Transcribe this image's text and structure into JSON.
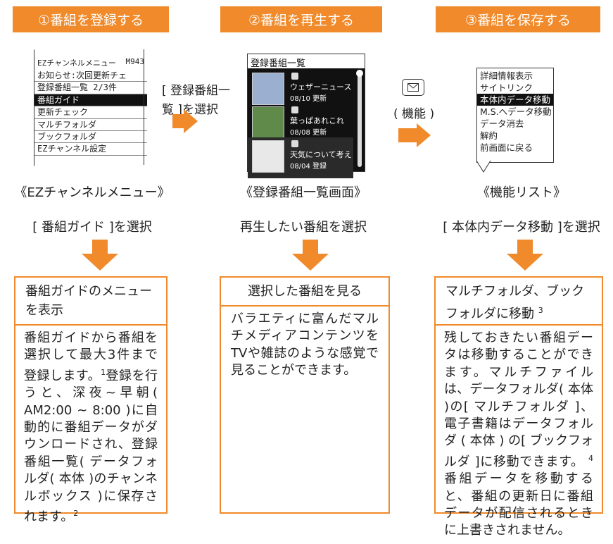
{
  "steps": [
    {
      "header": "①番組を登録する",
      "caption": "《EZチャンネルメニュー》",
      "select": "[ 番組ガイド ]を選択"
    },
    {
      "header": "②番組を再生する",
      "caption": "《登録番組一覧画面》",
      "select": "再生したい番組を選択"
    },
    {
      "header": "③番組を保存する",
      "caption": "《機能リスト》",
      "select": "[ 本体内データ移動 ]を選択"
    }
  ],
  "arrow1_text": [
    "[ 登録番組一",
    "覧 ]を選択"
  ],
  "arrow2_text": "( 機能 )",
  "screen1": {
    "title": "EZチャンネルメニュー",
    "code": "M943",
    "items": [
      {
        "text": "お知らせ:次回更新チェ",
        "hl": false
      },
      {
        "text": "登録番組一覧 2/3件",
        "hl": false
      },
      {
        "text": "番組ガイド",
        "hl": true
      },
      {
        "text": "更新チェック",
        "hl": false
      },
      {
        "text": "マルチフォルダ",
        "hl": false
      },
      {
        "text": "ブックフォルダ",
        "hl": false
      },
      {
        "text": "EZチャンネル設定",
        "hl": false
      }
    ]
  },
  "screen2": {
    "title": "登録番組一覧",
    "rows": [
      {
        "title": "ウェザーニュース",
        "date": "08/10 更新"
      },
      {
        "title": "葉っぱあれこれ",
        "date": "08/08 更新"
      },
      {
        "title": "天気について考え",
        "date": "08/04 登録"
      }
    ]
  },
  "screen3": {
    "items": [
      {
        "text": "詳細情報表示",
        "hl": false
      },
      {
        "text": "サイトリンク",
        "hl": false
      },
      {
        "text": "本体内データ移動",
        "hl": true
      },
      {
        "text": "M.S.へデータ移動",
        "hl": false
      },
      {
        "text": "データ消去",
        "hl": false
      },
      {
        "text": "解約",
        "hl": false
      },
      {
        "text": "前画面に戻る",
        "hl": false
      }
    ]
  },
  "boxes": [
    {
      "title": "番組ガイドのメニューを表示",
      "body": "番組ガイドから番組を選択して最大3件まで登録します。",
      "note1": "1",
      "body2": "登録を行うと、深夜~早朝( AM2:00 ~ 8:00 )に自動的に番組データがダウンロードされ、登録番組一覧( データフォルダ( 本体 )のチャンネルボックス )に保存されます。",
      "note2": "2"
    },
    {
      "title": "選択した番組を見る",
      "body": "バラエティに富んだマルチメディアコンテンツをTVや雑誌のような感覚で見ることができます。"
    },
    {
      "title": "マルチフォルダ、ブックフォルダに移動",
      "title_note": "3",
      "body": "残しておきたい番組データは移動することができます。マルチファイルは、データフォルダ( 本体 )の[ マルチフォルダ ]、電子書籍はデータフォルダ ( 本体 ) の[ ブックフォルダ ]に移動できます。",
      "note4": "4",
      "body2": "番組データを移動すると、番組の更新日に番組データが配信されるときに上書きされません。"
    }
  ],
  "colors": {
    "accent": "#f08a2a"
  }
}
